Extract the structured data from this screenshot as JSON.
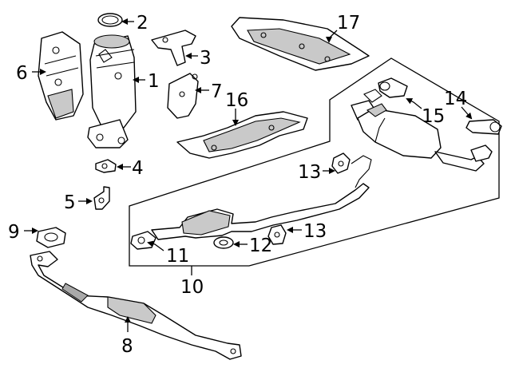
{
  "callouts": {
    "c1": "1",
    "c2": "2",
    "c3": "3",
    "c4": "4",
    "c5": "5",
    "c6": "6",
    "c7": "7",
    "c8": "8",
    "c9": "9",
    "c10": "10",
    "c11": "11",
    "c12": "12",
    "c13a": "13",
    "c13b": "13",
    "c14": "14",
    "c15": "15",
    "c16": "16",
    "c17": "17"
  }
}
